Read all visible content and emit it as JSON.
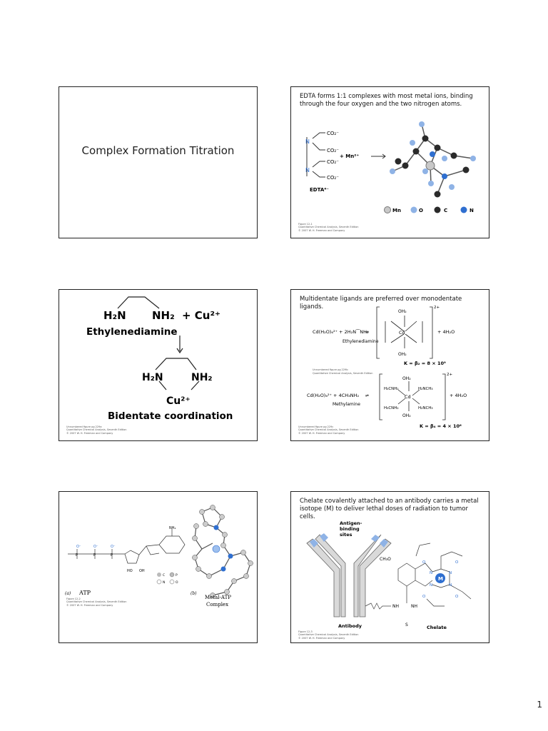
{
  "page_number": "1",
  "slide1": {
    "title": "Complex Formation Titration"
  },
  "slide2": {
    "caption": "EDTA forms 1:1 complexes with most metal ions, binding through the four oxygen and the two nitrogen atoms.",
    "co2_1": "CO₂⁻",
    "co2_2": "CO₂⁻",
    "co2_3": "CO₂⁻",
    "co2_4": "CO₂⁻",
    "n_top": "N",
    "n_bottom": "N",
    "plus_mn": "+ Mn²⁺",
    "edta_label": "EDTA⁴⁻",
    "legend": [
      "Mn",
      "O",
      "C",
      "N"
    ],
    "credit": [
      "Figure 12-1",
      "Quantitative Chemical Analysis, Seventh Edition",
      "© 2007 W. H. Freeman and Company"
    ],
    "colors": {
      "mn": "#c8c8c8",
      "o": "#8fb3e6",
      "c": "#2a2a2a",
      "n": "#2f6fd0"
    }
  },
  "slide3": {
    "h2n": "H₂N",
    "nh2": "NH₂",
    "plus_cu": "+ Cu²⁺",
    "ethylenediamine": "Ethylenediamine",
    "h2n_b": "H₂N",
    "nh2_b": "NH₂",
    "cu": "Cu²⁺",
    "bidentate": "Bidentate coordination",
    "credit": [
      "Unnumbered figure pg 229a",
      "Quantitative Chemical Analysis, Seventh Edition",
      "© 2007 W. H. Freeman and Company"
    ]
  },
  "slide4": {
    "caption": "Multidentate ligands are preferred over monodentate ligands.",
    "eq1_left": "Cd(H₂O)₆²⁺ + 2H₂N⁀NH₂",
    "eq1_label": "Ethylenediamine",
    "eq1_right": "+ 4H₂O",
    "eq1_k": "K = β₂ = 8 × 10⁹",
    "credit1": [
      "Unnumbered figure pg 229b",
      "Quantitative Chemical Analysis, Seventh Edition"
    ],
    "eq2_left": "Cd(H₂O)₆²⁺ + 4CH₃NH₂",
    "eq2_label": "Methylamine",
    "eq2_right": "+ 4H₂O",
    "eq2_k": "K = β₄ = 4 × 10⁶",
    "credit2": [
      "Unnumbered figure pg 229c",
      "Quantitative Chemical Analysis, Seventh Edition",
      "© 2007 W. H. Freeman and Company"
    ],
    "cd": "Cd",
    "oh2": "OH₂",
    "charge": "2+"
  },
  "slide5": {
    "label_a": "(a)",
    "atp": "ATP",
    "label_b": "(b)",
    "metal_atp": "Metal-ATP Complex",
    "legend": [
      "C",
      "P",
      "N",
      "O"
    ],
    "credit": [
      "Figure 12-2",
      "Quantitative Chemical Analysis, Seventh Edition",
      "© 2007 W. H. Freeman and Company"
    ]
  },
  "slide6": {
    "caption": "Chelate covalently attached to an antibody carries a metal isotope (M) to deliver lethal doses of radiation to tumor cells.",
    "antigen": "Antigen-binding sites",
    "antibody": "Antibody",
    "chelate": "Chelate",
    "m": "M",
    "nh": "NH",
    "s": "S",
    "ch3o": "CH₃O",
    "credit": [
      "Figure 12-3",
      "Quantitative Chemical Analysis, Seventh Edition",
      "© 2007 W. H. Freeman and Company"
    ]
  }
}
